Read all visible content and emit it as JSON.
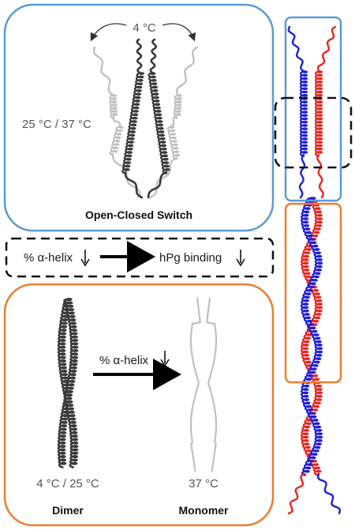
{
  "colors": {
    "blue_box": "#5b9bd5",
    "orange_box": "#ed7d31",
    "dark_strand": "#3a3a3a",
    "light_strand": "#c0c0c0",
    "red_strand": "#e8261f",
    "blue_strand": "#1f1fd8",
    "dashed_box": "#111111"
  },
  "switch_panel": {
    "temp_cold": "4 °C",
    "temp_warm": "25 °C / 37 °C",
    "title": "Open-Closed Switch"
  },
  "middle_panel": {
    "helix_label": "% α-helix",
    "binding_label": "hPg binding"
  },
  "dimer_panel": {
    "helix_label": "% α-helix",
    "dimer_temp": "4 °C / 25 °C",
    "monomer_temp": "37 °C",
    "dimer_title": "Dimer",
    "monomer_title": "Monomer"
  }
}
